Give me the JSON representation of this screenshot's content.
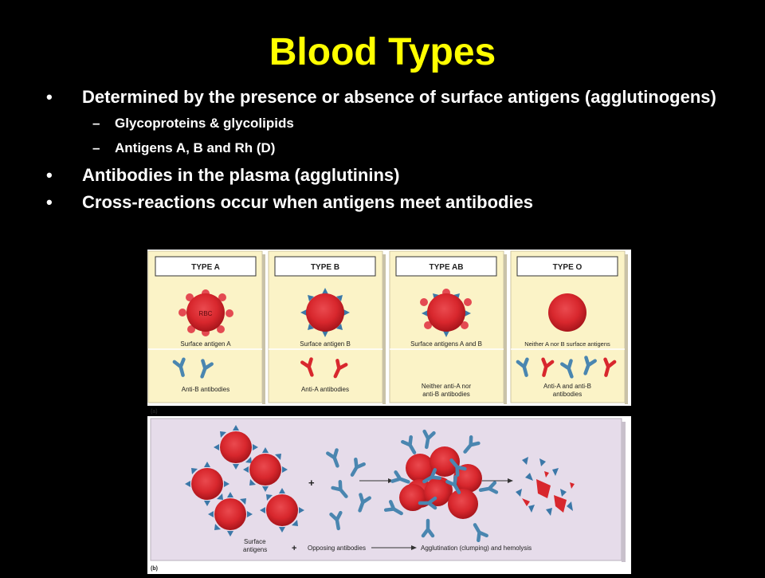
{
  "slide": {
    "title": "Blood Types",
    "bullets": [
      {
        "level": 1,
        "marker": "•",
        "text": "Determined by the presence or absence of surface antigens (agglutinogens)"
      },
      {
        "level": 2,
        "marker": "–",
        "text": "Glycoproteins & glycolipids"
      },
      {
        "level": 2,
        "marker": "–",
        "text": "Antigens A, B and Rh (D)"
      },
      {
        "level": 1,
        "marker": "•",
        "text": "Antibodies in the plasma (agglutinins)"
      },
      {
        "level": 1,
        "marker": "•",
        "text": "Cross-reactions occur when antigens meet antibodies"
      }
    ]
  },
  "figure": {
    "panels": [
      {
        "header": "TYPE A",
        "cell_label": "RBC",
        "antigen_caption": "Surface antigen A",
        "antibody_caption_lines": [
          "Anti-B antibodies"
        ]
      },
      {
        "header": "TYPE B",
        "cell_label": "",
        "antigen_caption": "Surface antigen B",
        "antibody_caption_lines": [
          "Anti-A antibodies"
        ]
      },
      {
        "header": "TYPE AB",
        "cell_label": "",
        "antigen_caption": "Surface antigens A and B",
        "antibody_caption_lines": [
          "Neither anti-A nor",
          "anti-B antibodies"
        ]
      },
      {
        "header": "TYPE O",
        "cell_label": "",
        "antigen_caption": "Neither A nor B surface antigens",
        "antibody_caption_lines": [
          "Anti-A and anti-B",
          "antibodies"
        ]
      }
    ],
    "part_a_label": "(a)",
    "part_b_label": "(b)",
    "plus_sign": "+",
    "reaction_labels": {
      "surface_antigens_lines": [
        "Surface",
        "antigens"
      ],
      "plus": "+",
      "opposing": "Opposing antibodies",
      "result": "Agglutination (clumping) and hemolysis"
    },
    "colors": {
      "panel_bg": "#fbf3c7",
      "header_box": "#ffffff",
      "reaction_bg": "#e6dcea",
      "rbc": "#d8272d",
      "antibody": "#4a86b0",
      "antibody_anti_a": "#d8272d"
    }
  }
}
